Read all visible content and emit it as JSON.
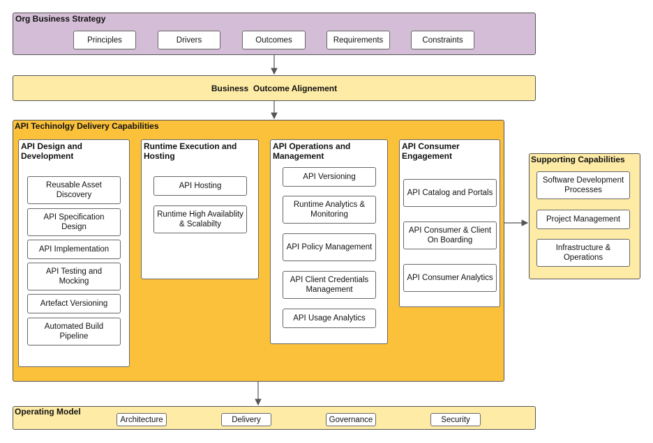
{
  "strategy": {
    "title": "Org Business Strategy",
    "items": [
      "Principles",
      "Drivers",
      "Outcomes",
      "Requirements",
      "Constraints"
    ]
  },
  "alignment": {
    "label": "Business  Outcome Alignement"
  },
  "delivery": {
    "title": "API Techinolgy Delivery Capabilities",
    "columns": [
      {
        "title": "API Design and Development",
        "items": [
          "Reusable Asset Discovery",
          "API Specification Design",
          "API Implementation",
          "API Testing and Mocking",
          "Artefact Versioning",
          "Automated Build Pipeline"
        ]
      },
      {
        "title": "Runtime Execution and Hosting",
        "items": [
          "API Hosting",
          "Runtime High Availablity & Scalabilty"
        ]
      },
      {
        "title": "API Operations and Management",
        "items": [
          "API Versioning",
          "Runtime Analytics & Monitoring",
          "API Policy Management",
          "API Client Credentials Management",
          "API Usage Analytics"
        ]
      },
      {
        "title": "API Consumer Engagement",
        "items": [
          "API Catalog and Portals",
          "API Consumer & Client On Boarding",
          "API Consumer Analytics"
        ]
      }
    ]
  },
  "supporting": {
    "title": "Supporting Capabilities",
    "items": [
      "Software Development Processes",
      "Project Management",
      "Infrastructure & Operations"
    ]
  },
  "operating": {
    "title": "Operating Model",
    "items": [
      "Architecture",
      "Delivery",
      "Governance",
      "Security"
    ]
  },
  "colors": {
    "strategy": "#d4bdd6",
    "alignment": "#fdeba6",
    "delivery": "#fbc13a",
    "supporting": "#fdeba6",
    "operating": "#fdeba6"
  }
}
